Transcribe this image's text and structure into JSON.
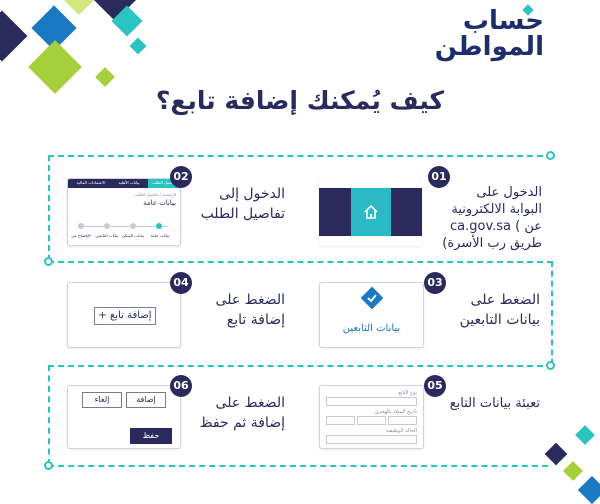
{
  "logo": {
    "line1": "حساب",
    "line2": "المواطن"
  },
  "title": "كيف يُمكنك إضافة تابع؟",
  "colors": {
    "navy": "#2b2a5c",
    "teal": "#29c3c0",
    "green": "#a6cf3c",
    "blue": "#1b78c2",
    "lime": "#d2e77c"
  },
  "steps": [
    {
      "number": "01",
      "text_line1": "الدخول على",
      "text_line2": "البوابة الالكترونية",
      "text_line3": "ca.gov.sa ( عن",
      "text_line4": "طريق رب الأسرة)",
      "icon": "home-icon"
    },
    {
      "number": "02",
      "text_line1": "الدخول إلى",
      "text_line2": "تفاصيل الطلب",
      "screen_tabs": [
        "تفاصيل الطلب",
        "بيانات الأهلية",
        "الاعتمادات المالية"
      ],
      "screen_breadcrumb": "الرئيسية / تفاصيل الطلب",
      "screen_heading": "بيانات عامة",
      "screen_steps": [
        "بيانات عامة",
        "بيانات السكن",
        "بيانات التابعين",
        "الإفصاح عن"
      ]
    },
    {
      "number": "03",
      "text_line1": "الضغط على",
      "text_line2": "بيانات التابعين",
      "card_label": "بيانات التابعين",
      "icon": "checkmark-icon"
    },
    {
      "number": "04",
      "text_line1": "الضغط على",
      "text_line2": "إضافة تابع",
      "card_button": "إضافة تابع +"
    },
    {
      "number": "05",
      "text_line1": "تعبئة بيانات التابع",
      "fields": [
        "نوع التابع",
        "تاريخ الميلاد بالهجري",
        "الحالة الوظيفية"
      ]
    },
    {
      "number": "06",
      "text_line1": "الضغط على",
      "text_line2": "إضافة ثم حفظ",
      "buttons": [
        "إلغاء",
        "إضافة"
      ],
      "save_label": "حفظ"
    }
  ]
}
